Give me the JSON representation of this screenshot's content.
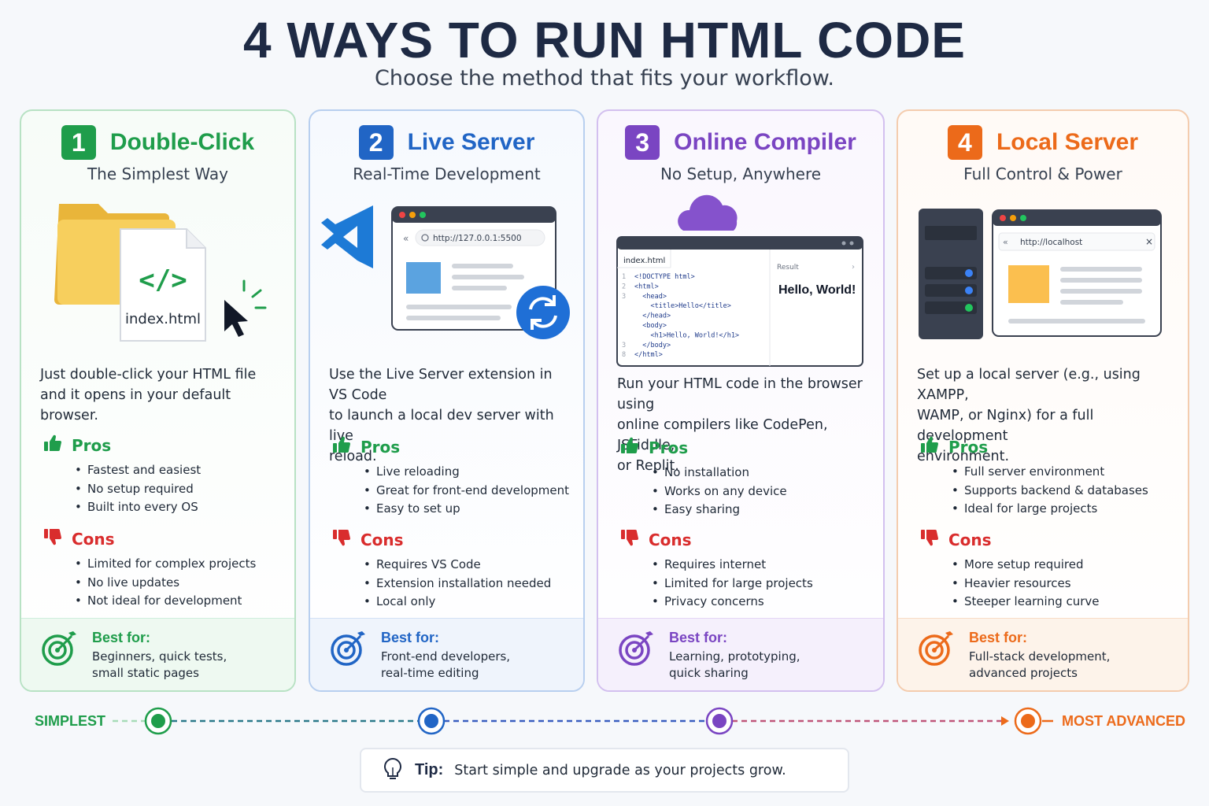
{
  "header": {
    "title": "4 WAYS TO RUN HTML CODE",
    "subtitle": "Choose the method that fits your workflow."
  },
  "colors": {
    "green": "#1f9d4b",
    "blue": "#2165c5",
    "purple": "#7a45c2",
    "orange": "#ec6a1a",
    "navy": "#1e2a44"
  },
  "cards": [
    {
      "num": "1",
      "title": "Double-Click",
      "subtitle": "The Simplest Way",
      "illustration": {
        "file_name": "index.html",
        "file_glyph": "</>"
      },
      "description": [
        "Just double-click your HTML file",
        "and it opens in your default browser."
      ],
      "pros_label": "Pros",
      "pros": [
        "Fastest and easiest",
        "No setup required",
        "Built into every OS"
      ],
      "cons_label": "Cons",
      "cons": [
        "Limited for complex projects",
        "No live updates",
        "Not ideal for development"
      ],
      "best_label": "Best for:",
      "best": [
        "Beginners, quick tests,",
        "small static pages"
      ]
    },
    {
      "num": "2",
      "title": "Live Server",
      "subtitle": "Real-Time Development",
      "illustration": {
        "url": "http://127.0.0.1:5500"
      },
      "description": [
        "Use the Live Server extension in VS Code",
        "to launch a local dev server with live",
        "reload."
      ],
      "pros_label": "Pros",
      "pros": [
        "Live reloading",
        "Great for front-end development",
        "Easy to set up"
      ],
      "cons_label": "Cons",
      "cons": [
        "Requires VS Code",
        "Extension installation needed",
        "Local only"
      ],
      "best_label": "Best for:",
      "best": [
        "Front-end developers,",
        "real-time editing"
      ]
    },
    {
      "num": "3",
      "title": "Online Compiler",
      "subtitle": "No Setup, Anywhere",
      "illustration": {
        "tab": "index.html",
        "result_label": "Result",
        "result_text": "Hello, World!",
        "code": [
          {
            "n": "1",
            "t": "<!DOCTYPE html>"
          },
          {
            "n": "2",
            "t": "<html>"
          },
          {
            "n": "3",
            "t": "  <head>"
          },
          {
            "n": "",
            "t": "    <title>Hello</title>"
          },
          {
            "n": "",
            "t": "  </head>"
          },
          {
            "n": "",
            "t": "  <body>"
          },
          {
            "n": "",
            "t": "    <h1>Hello, World!</h1>"
          },
          {
            "n": "3",
            "t": "  </body>"
          },
          {
            "n": "8",
            "t": "</html>"
          }
        ]
      },
      "description": [
        "Run your HTML code in the browser using",
        "online compilers like CodePen, JSFiddle,",
        "or Replit."
      ],
      "pros_label": "Pros",
      "pros": [
        "No installation",
        "Works on any device",
        "Easy sharing"
      ],
      "cons_label": "Cons",
      "cons": [
        "Requires internet",
        "Limited for large projects",
        "Privacy concerns"
      ],
      "best_label": "Best for:",
      "best": [
        "Learning, prototyping,",
        "quick sharing"
      ]
    },
    {
      "num": "4",
      "title": "Local Server",
      "subtitle": "Full Control & Power",
      "illustration": {
        "url": "http://localhost",
        "close": "×"
      },
      "description": [
        "Set up a local server (e.g., using XAMPP,",
        "WAMP, or Nginx) for a full development",
        "environment."
      ],
      "pros_label": "Pros",
      "pros": [
        "Full server environment",
        "Supports backend & databases",
        "Ideal for large projects"
      ],
      "cons_label": "Cons",
      "cons": [
        "More setup required",
        "Heavier resources",
        "Steeper learning curve"
      ],
      "best_label": "Best for:",
      "best": [
        "Full-stack development,",
        "advanced projects"
      ]
    }
  ],
  "timeline": {
    "start": "SIMPLEST",
    "end": "MOST ADVANCED"
  },
  "tip": {
    "label": "Tip:",
    "text": "Start simple and upgrade as your projects grow."
  }
}
